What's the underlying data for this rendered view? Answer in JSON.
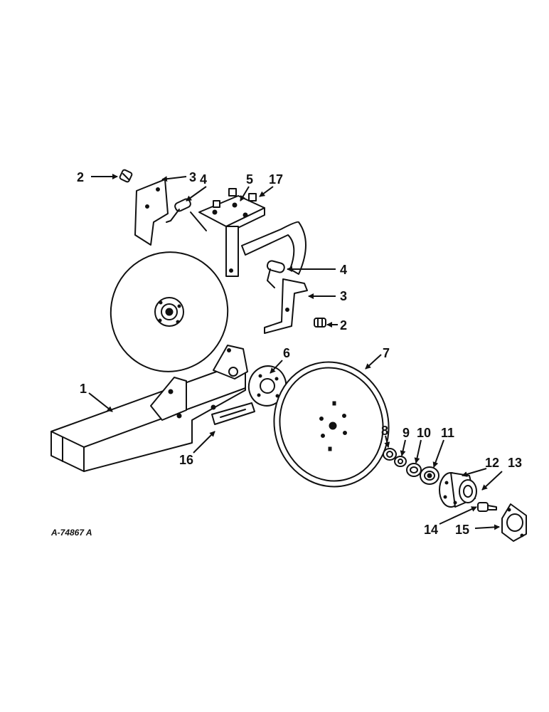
{
  "figure_reference": "A-74867 A",
  "callouts": {
    "c1": "1",
    "c2a": "2",
    "c2b": "2",
    "c3a": "3",
    "c3b": "3",
    "c4a": "4",
    "c4b": "4",
    "c5": "5",
    "c6": "6",
    "c7": "7",
    "c8": "8",
    "c9": "9",
    "c10": "10",
    "c11": "11",
    "c12": "12",
    "c13": "13",
    "c14": "14",
    "c15": "15",
    "c16": "16",
    "c17": "17"
  },
  "colors": {
    "ink": "#111111",
    "paper": "#ffffff"
  }
}
